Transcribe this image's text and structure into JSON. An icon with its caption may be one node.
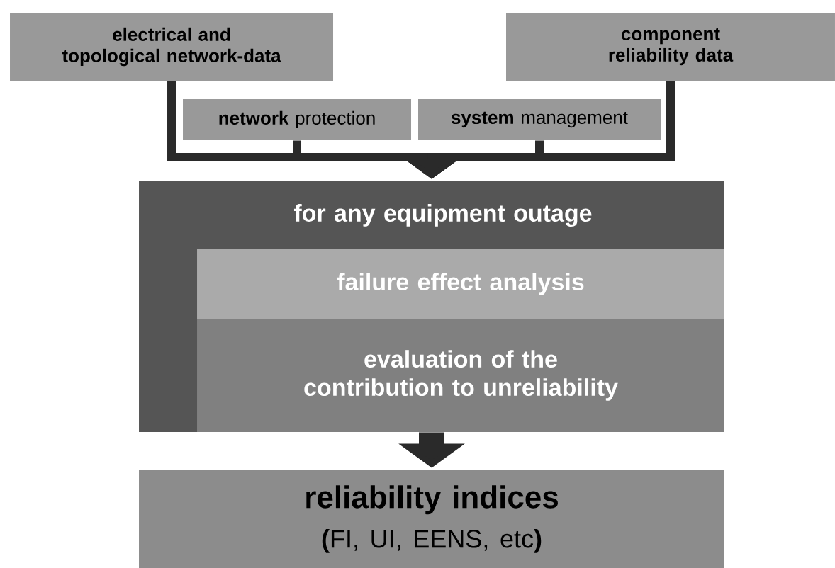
{
  "diagram": {
    "nodes": [
      {
        "text": [
          "electrical and topological network-data"
        ]
      },
      {
        "text": [
          "component reliability data"
        ]
      },
      {
        "text": [
          "**network** protection"
        ]
      },
      {
        "text": [
          "**system** management"
        ]
      },
      {
        "text": [
          "for any equipment outage"
        ]
      },
      {
        "text": [
          "failure effect analysis"
        ],
        "in": 4
      },
      {
        "text": [
          "evaluation of the contribution to unreliability"
        ],
        "in": 4
      },
      {
        "text": [
          "reliability indices",
          "**(**FI, UI, EENS, etc**)**"
        ]
      }
    ],
    "edges": [
      {
        "from": 0,
        "to": 4,
        "arrow": "to"
      },
      {
        "from": 2,
        "to": 4,
        "arrow": "to"
      },
      {
        "from": 3,
        "to": 4,
        "arrow": "to"
      },
      {
        "from": 1,
        "to": 4,
        "arrow": "to"
      },
      {
        "from": 4,
        "to": 7,
        "arrow": "to",
        "style": "thick"
      }
    ]
  }
}
